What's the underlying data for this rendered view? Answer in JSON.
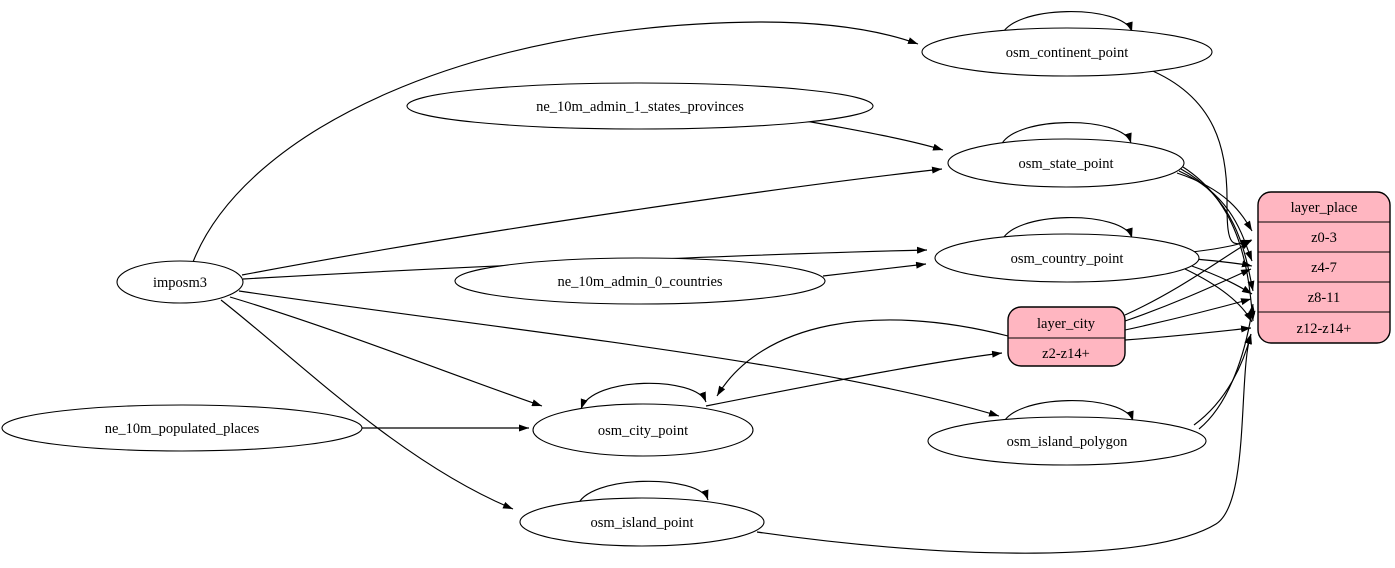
{
  "diagram": {
    "type": "etl-graph",
    "colors": {
      "background": "#ffffff",
      "node_fill": "#ffffff",
      "record_fill": "#ffb6c1",
      "stroke": "#000000"
    },
    "nodes": {
      "imposm3": {
        "label": "imposm3"
      },
      "ne_10m_admin_1_states_provinces": {
        "label": "ne_10m_admin_1_states_provinces"
      },
      "ne_10m_admin_0_countries": {
        "label": "ne_10m_admin_0_countries"
      },
      "ne_10m_populated_places": {
        "label": "ne_10m_populated_places"
      },
      "osm_continent_point": {
        "label": "osm_continent_point"
      },
      "osm_state_point": {
        "label": "osm_state_point"
      },
      "osm_country_point": {
        "label": "osm_country_point"
      },
      "osm_city_point": {
        "label": "osm_city_point"
      },
      "osm_island_polygon": {
        "label": "osm_island_polygon"
      },
      "osm_island_point": {
        "label": "osm_island_point"
      }
    },
    "records": {
      "layer_place": {
        "title": "layer_place",
        "rows": [
          "z0-3",
          "z4-7",
          "z8-11",
          "z12-z14+"
        ]
      },
      "layer_city": {
        "title": "layer_city",
        "rows": [
          "z2-z14+"
        ]
      }
    },
    "self_loops": [
      "osm_continent_point",
      "osm_state_point",
      "osm_country_point",
      "osm_city_point",
      "osm_island_polygon",
      "osm_island_point"
    ],
    "edges": [
      {
        "from": "imposm3",
        "to": "osm_continent_point"
      },
      {
        "from": "imposm3",
        "to": "osm_state_point"
      },
      {
        "from": "imposm3",
        "to": "osm_country_point"
      },
      {
        "from": "imposm3",
        "to": "osm_city_point"
      },
      {
        "from": "imposm3",
        "to": "osm_island_polygon"
      },
      {
        "from": "imposm3",
        "to": "osm_island_point"
      },
      {
        "from": "ne_10m_admin_1_states_provinces",
        "to": "osm_state_point"
      },
      {
        "from": "ne_10m_admin_0_countries",
        "to": "osm_country_point"
      },
      {
        "from": "ne_10m_populated_places",
        "to": "osm_city_point"
      },
      {
        "from": "osm_continent_point",
        "to": "layer_place:z0-3"
      },
      {
        "from": "osm_state_point",
        "to": "layer_place:z0-3"
      },
      {
        "from": "osm_state_point",
        "to": "layer_place:z4-7"
      },
      {
        "from": "osm_state_point",
        "to": "layer_place:z8-11"
      },
      {
        "from": "osm_state_point",
        "to": "layer_place:z12-z14+"
      },
      {
        "from": "osm_country_point",
        "to": "layer_place:z0-3"
      },
      {
        "from": "osm_country_point",
        "to": "layer_place:z4-7"
      },
      {
        "from": "osm_country_point",
        "to": "layer_place:z8-11"
      },
      {
        "from": "osm_country_point",
        "to": "layer_place:z12-z14+"
      },
      {
        "from": "osm_city_point",
        "to": "layer_city:z2-z14+"
      },
      {
        "from": "layer_city",
        "to": "layer_place:z0-3"
      },
      {
        "from": "layer_city",
        "to": "layer_place:z4-7"
      },
      {
        "from": "layer_city",
        "to": "layer_place:z8-11"
      },
      {
        "from": "layer_city",
        "to": "layer_place:z12-z14+"
      },
      {
        "from": "layer_city",
        "to": "osm_city_point"
      },
      {
        "from": "osm_island_polygon",
        "to": "layer_place:z8-11"
      },
      {
        "from": "osm_island_polygon",
        "to": "layer_place:z12-z14+"
      },
      {
        "from": "osm_island_point",
        "to": "layer_place:z12-z14+"
      }
    ]
  }
}
